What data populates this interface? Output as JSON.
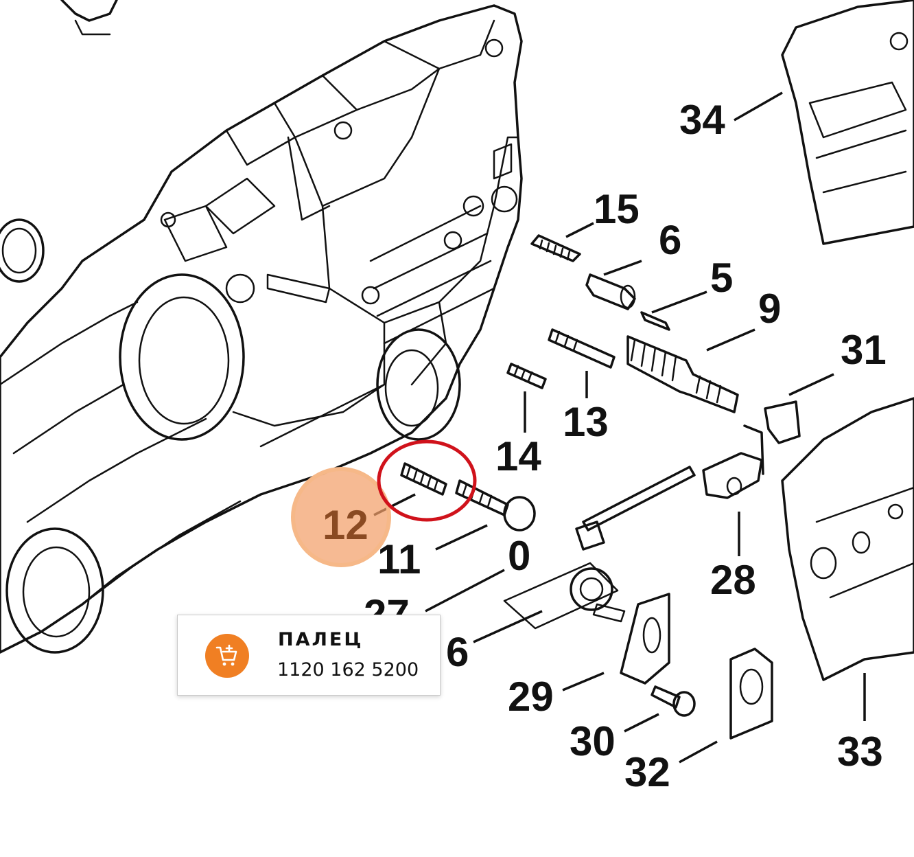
{
  "diagram": {
    "labels": {
      "l34": "34",
      "l15": "15",
      "l6a": "6",
      "l5": "5",
      "l9": "9",
      "l31": "31",
      "l13": "13",
      "l14": "14",
      "l12": "12",
      "l11": "11",
      "l0": "0",
      "l27": "27",
      "l6b": "6",
      "l28": "28",
      "l29": "29",
      "l30": "30",
      "l32": "32",
      "l33": "33"
    },
    "highlight_color": "#f3a06a",
    "circle_color": "#d0121b"
  },
  "popup": {
    "part_name": "ПАЛЕЦ",
    "part_number": "1120 162 5200",
    "add_to_cart_icon": "cart-plus-icon",
    "accent_color": "#f07f23"
  }
}
